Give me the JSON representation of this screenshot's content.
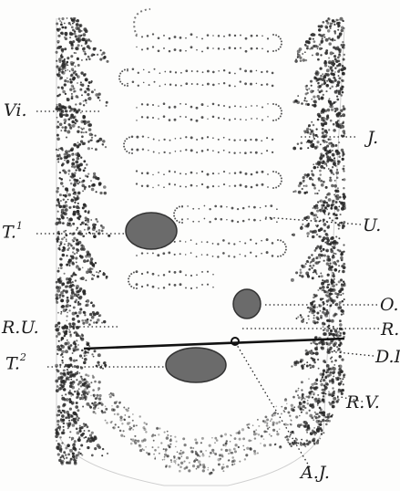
{
  "figure": {
    "labels": {
      "vi": "Vi.",
      "j": "J.",
      "t1_main": "T.",
      "t1_sup": "1",
      "u": "U.",
      "o": "O.",
      "ru": "R.U.",
      "r": "R.",
      "t2_main": "T.",
      "t2_sup": "2",
      "d": "D.I",
      "rv": "R.V.",
      "aj": "A.J."
    },
    "colors": {
      "ink": "#1c1c1c",
      "stipple": "#2b2b2b",
      "organ_fill": "#6b6b6b",
      "paper": "#fdfdfc"
    }
  }
}
